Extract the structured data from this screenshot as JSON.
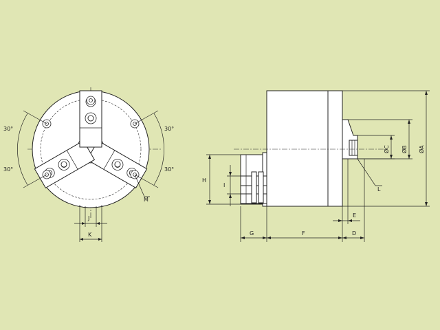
{
  "front_view": {
    "angle_labels": [
      "30°",
      "30°",
      "30°",
      "30°"
    ],
    "dims": {
      "J": "J",
      "K": "K",
      "M": "M"
    }
  },
  "side_view": {
    "dims": {
      "A": "ØA",
      "B": "ØB",
      "C": "ØC",
      "D": "D",
      "E": "E",
      "F": "F",
      "G": "G",
      "H": "H",
      "I": "I",
      "L": "L"
    }
  }
}
